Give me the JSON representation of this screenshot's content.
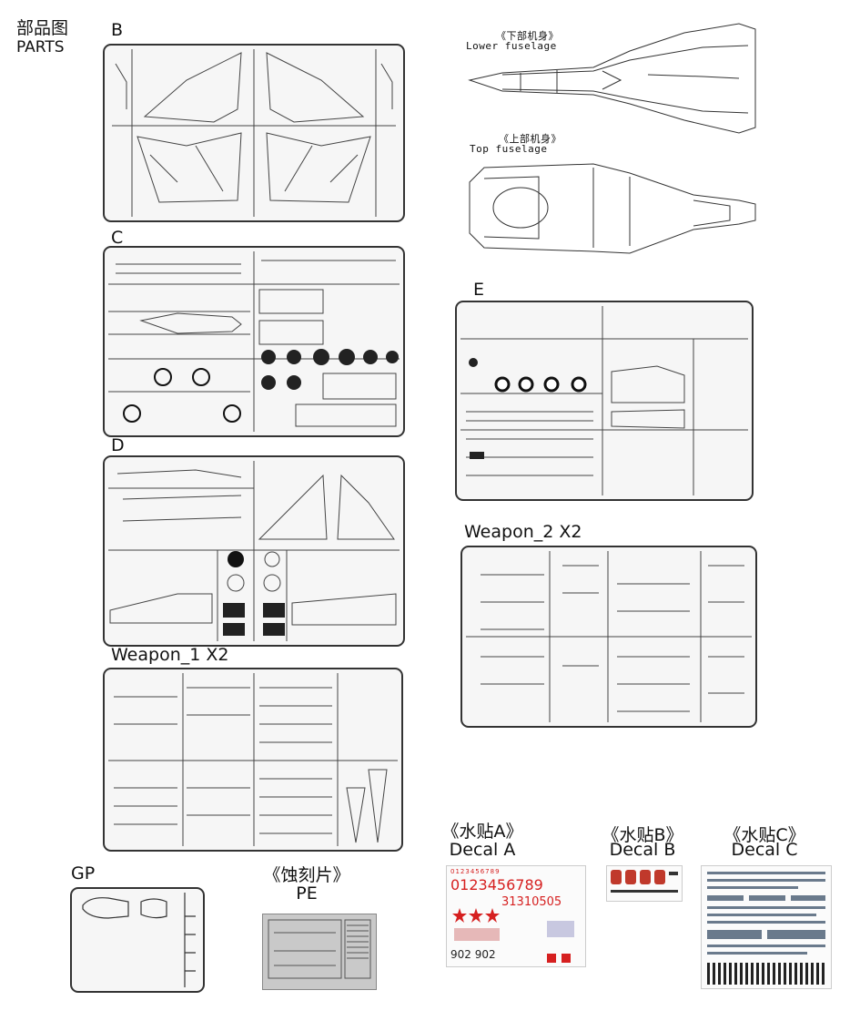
{
  "header": {
    "title_cn": "部品图",
    "title_en": "PARTS"
  },
  "sprues": {
    "B": {
      "label": "B"
    },
    "C": {
      "label": "C"
    },
    "D": {
      "label": "D"
    },
    "E": {
      "label": "E"
    },
    "weapon1": {
      "label": "Weapon_1  X2"
    },
    "weapon2": {
      "label": "Weapon_2  X2"
    },
    "GP": {
      "label": "GP"
    }
  },
  "fuselage": {
    "lower_cn": "《下部机身》",
    "lower_en": "Lower fuselage",
    "top_cn": "《上部机身》",
    "top_en": "Top fuselage"
  },
  "pe": {
    "label_cn": "《蚀刻片》",
    "label_en": "PE"
  },
  "decals": {
    "A": {
      "label_cn": "《水贴A》",
      "label_en": "Decal A",
      "row1": "0123456789",
      "row2": "0123456789",
      "row3": "31310505",
      "row4": "902 902"
    },
    "B": {
      "label_cn": "《水贴B》",
      "label_en": "Decal B"
    },
    "C": {
      "label_cn": "《水贴C》",
      "label_en": "Decal C"
    }
  },
  "colors": {
    "line": "#333333",
    "decal_red": "#d62020"
  }
}
